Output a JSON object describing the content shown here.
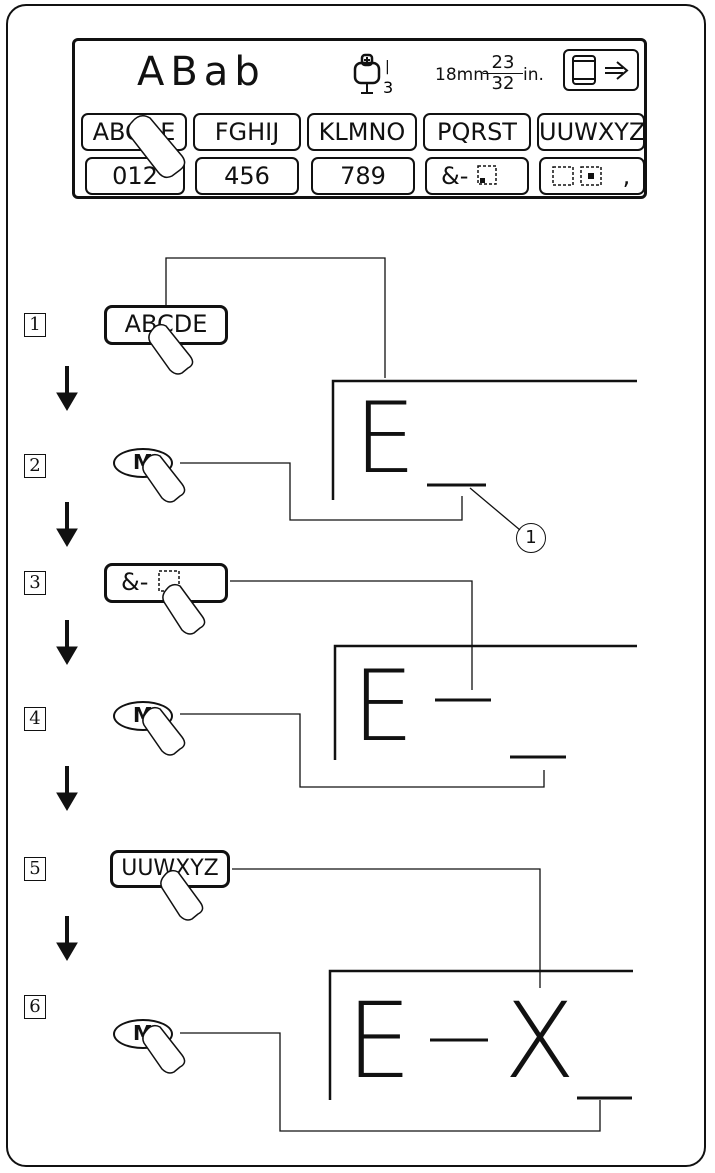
{
  "lcd": {
    "mode_text": "ABab",
    "stitch_icon_digits": [
      "|",
      "3"
    ],
    "length_text": "18mm",
    "fraction_num": "23",
    "fraction_den": "32",
    "in_text": "in.",
    "row1": [
      "ABCDE",
      "FGHIJ",
      "KLMNO",
      "PQRST",
      "UUWXYZ"
    ],
    "row2": [
      "012",
      "456",
      "789",
      "&-",
      ","
    ]
  },
  "steps": {
    "s1": {
      "num": "1",
      "key": "ABCDE"
    },
    "s2": {
      "num": "2",
      "key": "M"
    },
    "s3": {
      "num": "3",
      "key": "&-"
    },
    "s4": {
      "num": "4",
      "key": "M"
    },
    "s5": {
      "num": "5",
      "key": "UUWXYZ"
    },
    "s6": {
      "num": "6",
      "key": "M"
    }
  },
  "displays": {
    "d1": "E",
    "d2a": "E",
    "d3a": "E",
    "d3b": "X"
  },
  "callout": "1"
}
